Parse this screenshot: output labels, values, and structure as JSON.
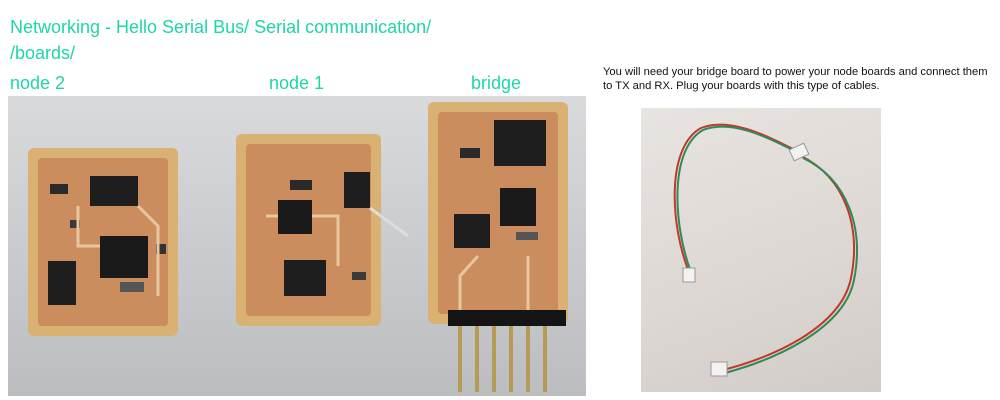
{
  "header": {
    "title": "Networking - Hello Serial Bus/ Serial communication/ /boards/"
  },
  "boards_photo": {
    "labels": [
      "node 2",
      "node 1",
      "bridge"
    ]
  },
  "instructions": {
    "text": "You will need your bridge board to power your node boards and connect them to TX and RX. Plug your boards with this type of cables."
  },
  "colors": {
    "heading_accent": "#1fd6a8",
    "pcb_copper": "#c8865a",
    "pcb_substrate": "#d9b273",
    "cable_red": "#c0392b",
    "cable_green": "#2e8b57"
  }
}
